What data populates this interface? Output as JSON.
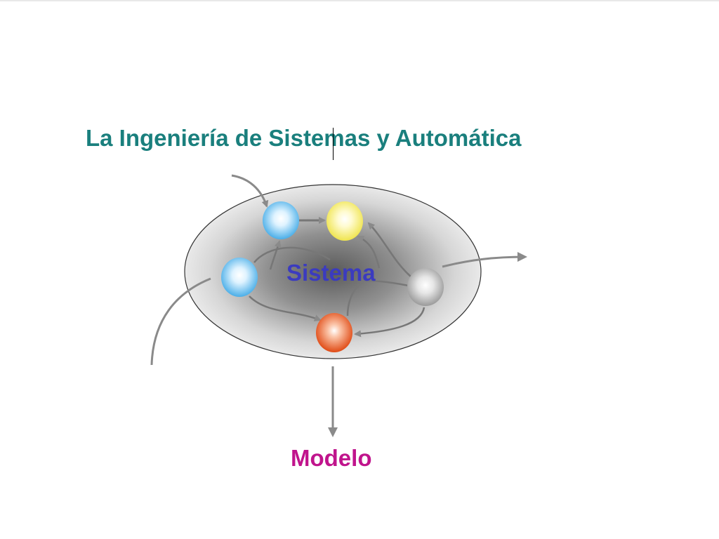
{
  "slide": {
    "title": "La Ingeniería de Sistemas y Automática",
    "system_label": "Sistema",
    "output_label": "Modelo"
  },
  "colors": {
    "title": "#1a7f7d",
    "system_label": "#3b3bbf",
    "output_label": "#c0148c",
    "arrow": "#8a8a8a",
    "node_blue": "#5bb8f0",
    "node_yellow": "#f4ef7a",
    "node_grey": "#a8a8a8",
    "node_red": "#e85a1e"
  }
}
